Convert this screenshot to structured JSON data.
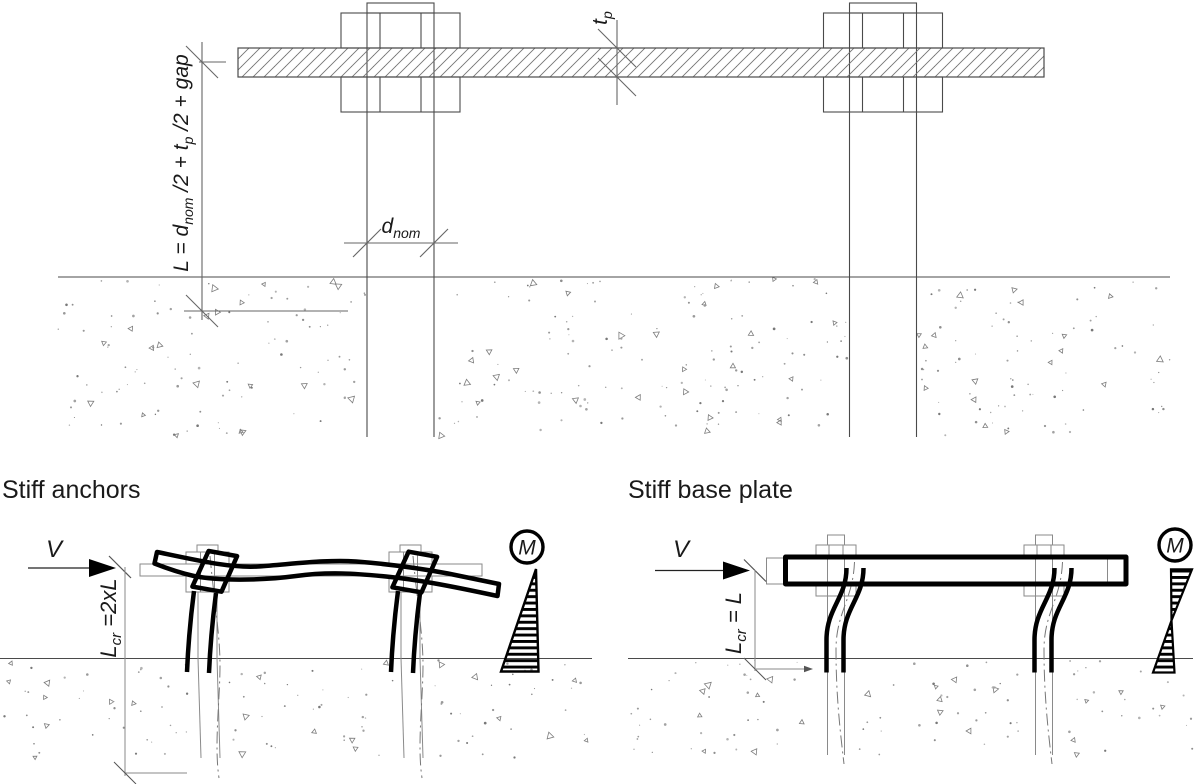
{
  "figure": {
    "top": {
      "dim_L": {
        "pre": "L = d",
        "sub1": "nom",
        "mid": " /2 + t",
        "sub2": "p",
        "post": " /2 + gap"
      },
      "dim_tp": {
        "base": "t",
        "sub": "p"
      },
      "dim_dnom": {
        "base": "d",
        "sub": "nom"
      }
    },
    "stiff_anchors": {
      "title": "Stiff anchors",
      "shear_label": "V",
      "moment_label": "M",
      "dim_lcr": {
        "base": "L",
        "sub": "cr",
        "mid": " =2x",
        "tail": "L"
      }
    },
    "stiff_base_plate": {
      "title": "Stiff base plate",
      "shear_label": "V",
      "moment_label": "M",
      "dim_lcr": {
        "base": "L",
        "sub": "cr",
        "mid": " = ",
        "tail": "L"
      }
    },
    "colors": {
      "ink": "#000000",
      "line": "#4a4a4a",
      "thin_line": "#8a8a8a",
      "hatch": "#737373"
    }
  }
}
